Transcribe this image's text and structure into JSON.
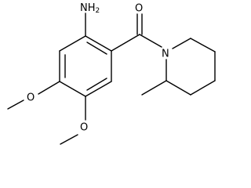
{
  "structure": {
    "atoms": {
      "amine": "NH2",
      "carbonyl_oxygen": "O",
      "piperidine_nitrogen": "N",
      "methoxy_oxygen_1": "O",
      "methoxy_oxygen_2": "O"
    }
  },
  "colors": {
    "bond": "#000000",
    "background": "#ffffff"
  }
}
